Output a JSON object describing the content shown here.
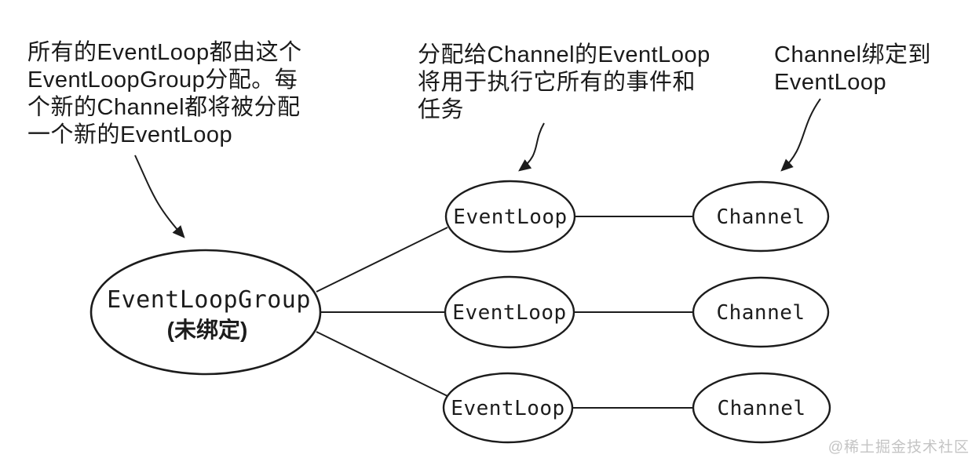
{
  "annotations": {
    "group_note": {
      "lines": {
        "l1": "所有的EventLoop都由这个",
        "l2": "EventLoopGroup分配。每",
        "l3": "个新的Channel都将被分配",
        "l4": "一个新的EventLoop"
      }
    },
    "eventloop_note": {
      "lines": {
        "l1": "分配给Channel的EventLoop",
        "l2": "将用于执行它所有的事件和",
        "l3": "任务"
      }
    },
    "channel_note": {
      "lines": {
        "l1": "Channel绑定到",
        "l2": "EventLoop"
      }
    }
  },
  "nodes": {
    "group": {
      "label": "EventLoopGroup",
      "sublabel": "(未绑定)"
    },
    "event_loop": {
      "label": "EventLoop"
    },
    "channel": {
      "label": "Channel"
    }
  },
  "watermark": {
    "text": "@稀土掘金技术社区"
  },
  "colors": {
    "stroke": "#1c1c1c",
    "background": "#ffffff",
    "watermark": "#c4c4c4"
  }
}
